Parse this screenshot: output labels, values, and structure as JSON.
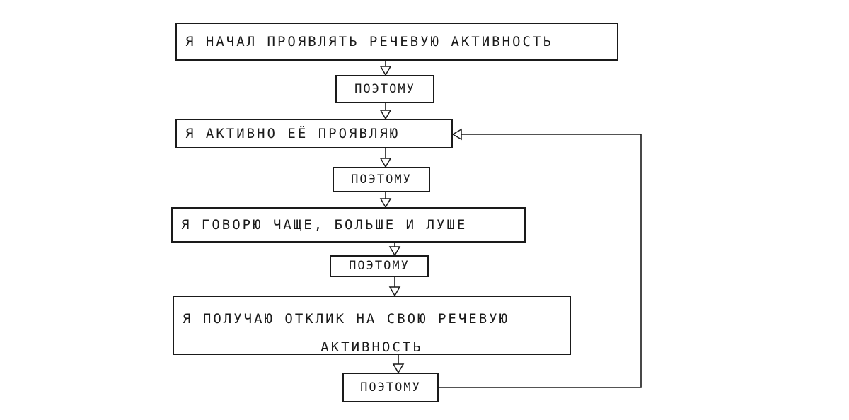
{
  "diagram": {
    "steps": [
      "я начал проявлять речевую активность",
      "я активно её проявляю",
      "я говорю чаще, больше и луше",
      "я получаю отклик на свою речевую",
      "активность"
    ],
    "connector": "поэтому"
  }
}
